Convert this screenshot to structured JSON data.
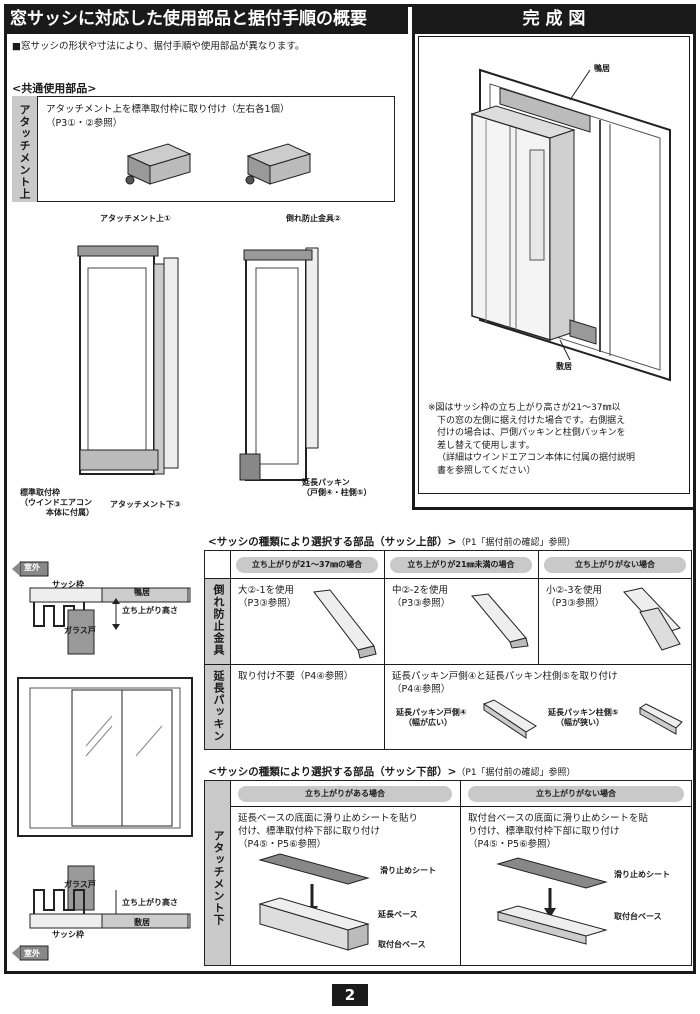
{
  "header": {
    "left_title": "窓サッシに対応した使用部品と据付手順の概要",
    "right_title": "完 成 図",
    "note": "■窓サッシの形状や寸法により、据付手順や使用部品が異なります。"
  },
  "common": {
    "heading": "<共通使用部品>",
    "side_label": "アタッチメント上",
    "text1": "アタッチメント上を標準取付枠に取り付け（左右各1個）",
    "text2": "（P3①・②参照）"
  },
  "diagram_labels": {
    "attach_top": "アタッチメント上①",
    "fall_prevent": "倒れ防止金具②",
    "std_frame_1": "標準取付枠",
    "std_frame_2": "（ウインドエアコン",
    "std_frame_3": "本体に付属）",
    "attach_bottom": "アタッチメント下③",
    "ext_packing_1": "延長パッキン",
    "ext_packing_2": "（戸側④・柱側⑤）"
  },
  "completed": {
    "label_top": "鴨居",
    "label_bottom": "敷居",
    "note_1": "※図はサッシ枠の立ち上がり高さが21〜37㎜以",
    "note_2": "下の窓の左側に据え付けた場合です。右側据え",
    "note_3": "付けの場合は、戸側パッキンと柱側パッキンを",
    "note_4": "差し替えて使用します。",
    "note_5": "（詳細はウインドエアコン本体に付属の据付説明",
    "note_6": "書を参照してください）"
  },
  "upper": {
    "heading": "<サッシの種類により選択する部品（サッシ上部）>",
    "ref": "（P1「据付前の確認」参照）",
    "cols": [
      "立ち上がりが21〜37㎜の場合",
      "立ち上がりが21㎜未満の場合",
      "立ち上がりがない場合"
    ],
    "row1_label": "倒れ防止金具",
    "row1": [
      {
        "t1": "大②-1を使用",
        "t2": "（P3③参照）"
      },
      {
        "t1": "中②-2を使用",
        "t2": "（P3③参照）"
      },
      {
        "t1": "小②-3を使用",
        "t2": "（P3③参照）"
      }
    ],
    "row2_label": "延長パッキン",
    "row2_col1": "取り付け不要（P4④参照）",
    "row2_t1": "延長パッキン戸側④と延長パッキン柱側⑤を取り付け",
    "row2_t2": "（P4④参照）",
    "pk_door": "延長パッキン戸側④",
    "pk_door_sub": "（幅が広い）",
    "pk_pillar": "延長パッキン柱側⑤",
    "pk_pillar_sub": "（幅が狭い）"
  },
  "lower": {
    "heading": "<サッシの種類により選択する部品（サッシ下部）>",
    "ref": "（P1「据付前の確認」参照）",
    "side_label": "アタッチメント下",
    "cols": [
      "立ち上がりがある場合",
      "立ち上がりがない場合"
    ],
    "left_t1": "延長ベースの底面に滑り止めシートを貼り",
    "left_t2": "付け、標準取付枠下部に取り付け",
    "left_t3": "（P4⑤・P5⑥参照）",
    "right_t1": "取付台ベースの底面に滑り止めシートを貼",
    "right_t2": "り付け、標準取付枠下部に取り付け",
    "right_t3": "（P4⑤・P5⑥参照）",
    "l_sheet": "滑り止めシート",
    "l_ext": "延長ベース",
    "l_base": "取付台ベース",
    "r_sheet": "滑り止めシート",
    "r_base": "取付台ベース"
  },
  "sash": {
    "outdoor": "室外",
    "frame": "サッシ枠",
    "lintel": "鴨居",
    "rise": "立ち上がり高さ",
    "glass": "ガラス戸",
    "sill": "敷居",
    "rise2": "立ち上がり高さ",
    "frame2": "サッシ枠",
    "outdoor2": "室外"
  },
  "page_number": "2"
}
